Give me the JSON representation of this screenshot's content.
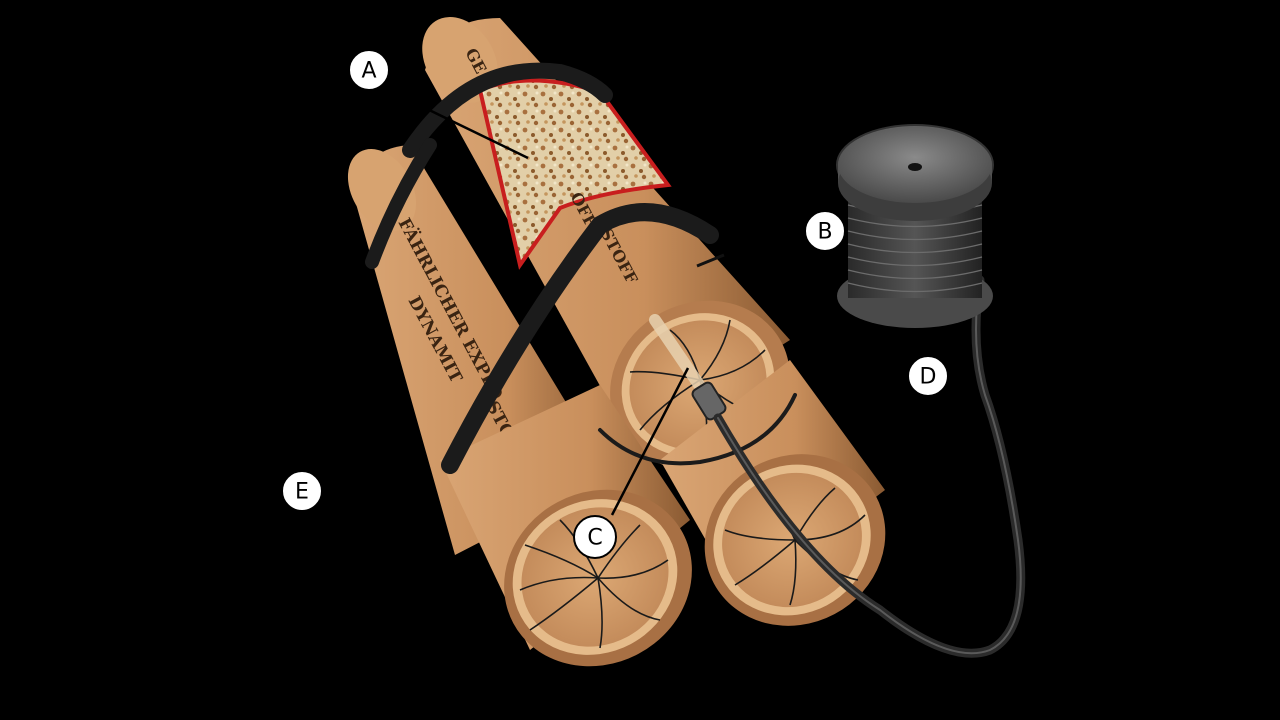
{
  "callouts": [
    {
      "id": "A",
      "label": "A"
    },
    {
      "id": "B",
      "label": "B"
    },
    {
      "id": "C",
      "label": "C"
    },
    {
      "id": "D",
      "label": "D"
    },
    {
      "id": "E",
      "label": "E"
    }
  ],
  "stick_labels": {
    "top_stick_fragment_1": "GE",
    "top_stick_fragment_2": "OFF",
    "top_stick_fragment_3": "STOFF",
    "left_stick_line_1": "FÄHRLICHER EXPLO",
    "left_stick_line_2": "DYNAMIT",
    "left_stick_line_3": "STOFF"
  },
  "colors": {
    "background": "#000000",
    "paper": "#d29a6a",
    "paper_dark": "#b57c4e",
    "end_cap": "#c99362",
    "band": "#1c1c1c",
    "cutaway_outline": "#c81e1e",
    "spool": "#3c3c3c",
    "wire": "#2a2a2a"
  }
}
